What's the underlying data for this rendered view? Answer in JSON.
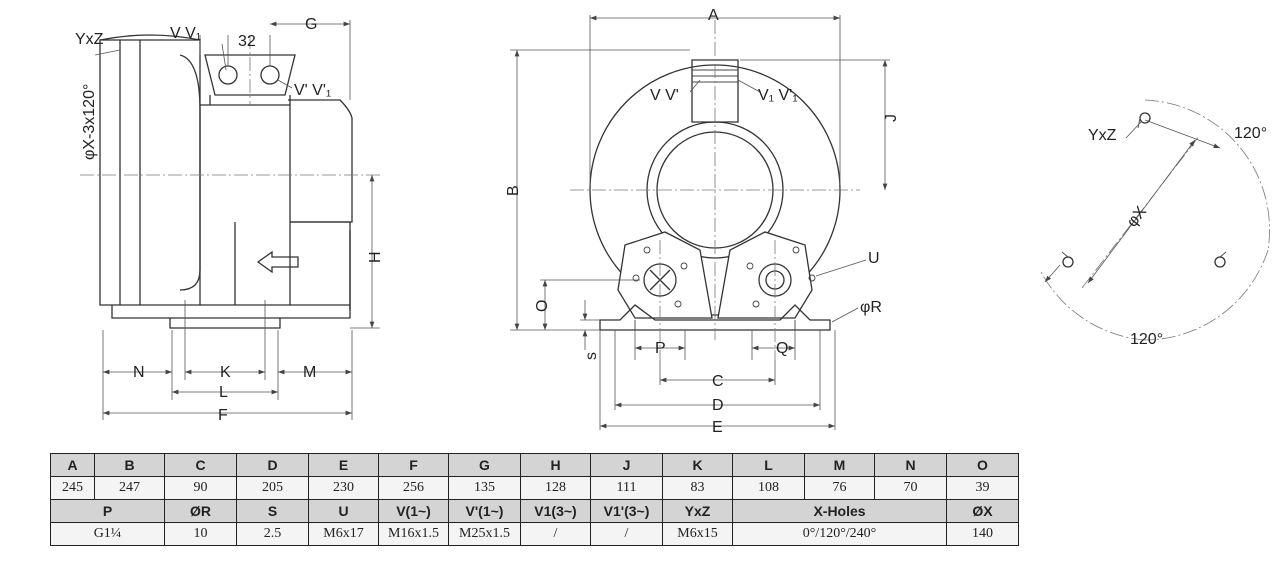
{
  "labels": {
    "yxz_left": "YxZ",
    "vv1": "V V₁",
    "dim_32": "32",
    "g": "G",
    "v_prime_v1_prime": "V' V'₁",
    "phi_x_holes": "φX-3x120°",
    "h": "H",
    "n": "N",
    "k": "K",
    "m": "M",
    "l": "L",
    "f": "F",
    "a": "A",
    "j": "J",
    "b": "B",
    "vv_prime": "V V'",
    "v1_v1_prime": "V₁ V'₁",
    "u": "U",
    "phi_r": "φR",
    "o": "O",
    "s": "s",
    "p": "P",
    "q": "Q",
    "c": "C",
    "d": "D",
    "e": "E",
    "yxz_right": "YxZ",
    "angle_top": "120°",
    "angle_bottom": "120°",
    "phi_x": "φX"
  },
  "table": {
    "header1": [
      "A",
      "B",
      "C",
      "D",
      "E",
      "F",
      "G",
      "H",
      "J",
      "K",
      "L",
      "M",
      "N",
      "O"
    ],
    "values1": [
      "245",
      "247",
      "90",
      "205",
      "230",
      "256",
      "135",
      "128",
      "111",
      "83",
      "108",
      "76",
      "70",
      "39"
    ],
    "header2": [
      "P",
      "ØR",
      "S",
      "U",
      "V(1~)",
      "V'(1~)",
      "V1(3~)",
      "V1'(3~)",
      "YxZ",
      "X-Holes",
      "ØX"
    ],
    "values2": [
      "G1¼",
      "10",
      "2.5",
      "M6x17",
      "M16x1.5",
      "M25x1.5",
      "/",
      "/",
      "M6x15",
      "0°/120°/240°",
      "140"
    ]
  }
}
